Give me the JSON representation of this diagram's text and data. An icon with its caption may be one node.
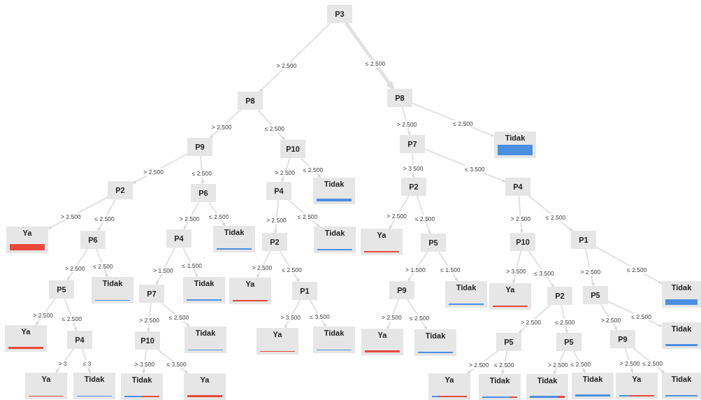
{
  "diagram": {
    "nodes": [
      {
        "text": [
          "P3"
        ]
      },
      {
        "text": [
          "P8"
        ]
      },
      {
        "text": [
          "P8"
        ]
      },
      {
        "text": [
          "P9"
        ]
      },
      {
        "text": [
          "P10"
        ]
      },
      {
        "text": [
          "P7"
        ]
      },
      {
        "text": [
          "Tidak"
        ]
      },
      {
        "text": [
          "P2"
        ]
      },
      {
        "text": [
          "P6"
        ]
      },
      {
        "text": [
          "P4"
        ]
      },
      {
        "text": [
          "Tidak"
        ]
      },
      {
        "text": [
          "P2"
        ]
      },
      {
        "text": [
          "P4"
        ]
      },
      {
        "text": [
          "Ya"
        ]
      },
      {
        "text": [
          "P6"
        ]
      },
      {
        "text": [
          "P4"
        ]
      },
      {
        "text": [
          "Tidak"
        ]
      },
      {
        "text": [
          "P2"
        ]
      },
      {
        "text": [
          "Tidak"
        ]
      },
      {
        "text": [
          "Ya"
        ]
      },
      {
        "text": [
          "P5"
        ]
      },
      {
        "text": [
          "P10"
        ]
      },
      {
        "text": [
          "P1"
        ]
      },
      {
        "text": [
          "P5"
        ]
      },
      {
        "text": [
          "Tidak"
        ]
      },
      {
        "text": [
          "P7"
        ]
      },
      {
        "text": [
          "Tidak"
        ]
      },
      {
        "text": [
          "Ya"
        ]
      },
      {
        "text": [
          "P1"
        ]
      },
      {
        "text": [
          "P9"
        ]
      },
      {
        "text": [
          "Tidak"
        ]
      },
      {
        "text": [
          "Ya"
        ]
      },
      {
        "text": [
          "P2"
        ]
      },
      {
        "text": [
          "P5"
        ]
      },
      {
        "text": [
          "Tidak"
        ]
      },
      {
        "text": [
          "Ya"
        ]
      },
      {
        "text": [
          "P4"
        ]
      },
      {
        "text": [
          "P10"
        ]
      },
      {
        "text": [
          "Tidak"
        ]
      },
      {
        "text": [
          "Ya"
        ]
      },
      {
        "text": [
          "Tidak"
        ]
      },
      {
        "text": [
          "Ya"
        ]
      },
      {
        "text": [
          "Tidak"
        ]
      },
      {
        "text": [
          "P5"
        ]
      },
      {
        "text": [
          "P5"
        ]
      },
      {
        "text": [
          "P9"
        ]
      },
      {
        "text": [
          "Tidak"
        ]
      },
      {
        "text": [
          "Ya"
        ]
      },
      {
        "text": [
          "Tidak"
        ]
      },
      {
        "text": [
          "Tidak"
        ]
      },
      {
        "text": [
          "Ya"
        ]
      },
      {
        "text": [
          "Ya"
        ]
      },
      {
        "text": [
          "Tidak"
        ]
      },
      {
        "text": [
          "Tidak"
        ]
      },
      {
        "text": [
          "Tidak"
        ]
      },
      {
        "text": [
          "Ya"
        ]
      },
      {
        "text": [
          "Tidak"
        ]
      }
    ],
    "edges": [
      {
        "from": 0,
        "to": 1,
        "arrow": "to",
        "label": "> 2.500"
      },
      {
        "from": 0,
        "to": 2,
        "arrow": "to",
        "label": "≤ 2.500",
        "style": "thick"
      },
      {
        "from": 1,
        "to": 3,
        "arrow": "to",
        "label": "> 2.500"
      },
      {
        "from": 1,
        "to": 4,
        "arrow": "to",
        "label": "≤ 2.500"
      },
      {
        "from": 2,
        "to": 5,
        "arrow": "to",
        "label": "> 2.500"
      },
      {
        "from": 2,
        "to": 6,
        "arrow": "to",
        "label": "≤ 2.500"
      },
      {
        "from": 3,
        "to": 7,
        "arrow": "to",
        "label": "> 2.500"
      },
      {
        "from": 3,
        "to": 8,
        "arrow": "to",
        "label": "≤ 2.500"
      },
      {
        "from": 4,
        "to": 9,
        "arrow": "to",
        "label": "> 2.500"
      },
      {
        "from": 4,
        "to": 10,
        "arrow": "to",
        "label": "≤ 2.500"
      },
      {
        "from": 5,
        "to": 11,
        "arrow": "to",
        "label": "> 3.500"
      },
      {
        "from": 5,
        "to": 12,
        "arrow": "to",
        "label": "≤ 3.500"
      },
      {
        "from": 7,
        "to": 13,
        "arrow": "to",
        "label": "> 2.500"
      },
      {
        "from": 7,
        "to": 14,
        "arrow": "to",
        "label": "≤ 2.500"
      },
      {
        "from": 8,
        "to": 15,
        "arrow": "to",
        "label": "> 2.500"
      },
      {
        "from": 8,
        "to": 16,
        "arrow": "to",
        "label": "≤ 2.500"
      },
      {
        "from": 9,
        "to": 17,
        "arrow": "to",
        "label": "> 2.500"
      },
      {
        "from": 9,
        "to": 18,
        "arrow": "to",
        "label": "≤ 2.500"
      },
      {
        "from": 11,
        "to": 19,
        "arrow": "to",
        "label": "> 2.500"
      },
      {
        "from": 11,
        "to": 20,
        "arrow": "to",
        "label": "≤ 2.500"
      },
      {
        "from": 12,
        "to": 21,
        "arrow": "to",
        "label": "> 2.500"
      },
      {
        "from": 12,
        "to": 22,
        "arrow": "to",
        "label": "≤ 2.500"
      },
      {
        "from": 14,
        "to": 23,
        "arrow": "to",
        "label": "> 2.500"
      },
      {
        "from": 14,
        "to": 24,
        "arrow": "to",
        "label": "≤ 2.500"
      },
      {
        "from": 15,
        "to": 25,
        "arrow": "to",
        "label": "> 1.500"
      },
      {
        "from": 15,
        "to": 26,
        "arrow": "to",
        "label": "≤ 1.500"
      },
      {
        "from": 17,
        "to": 27,
        "arrow": "to",
        "label": "> 2.500"
      },
      {
        "from": 17,
        "to": 28,
        "arrow": "to",
        "label": "≤ 2.500"
      },
      {
        "from": 20,
        "to": 29,
        "arrow": "to",
        "label": "> 1.500"
      },
      {
        "from": 20,
        "to": 30,
        "arrow": "to",
        "label": "≤ 1.500"
      },
      {
        "from": 21,
        "to": 31,
        "arrow": "to",
        "label": "> 3.500"
      },
      {
        "from": 21,
        "to": 32,
        "arrow": "to",
        "label": "≤ 3.500"
      },
      {
        "from": 22,
        "to": 33,
        "arrow": "to",
        "label": "> 2.500"
      },
      {
        "from": 22,
        "to": 34,
        "arrow": "to",
        "label": "≤ 2.500"
      },
      {
        "from": 23,
        "to": 35,
        "arrow": "to",
        "label": "> 2.500"
      },
      {
        "from": 23,
        "to": 36,
        "arrow": "to",
        "label": "≤ 2.500"
      },
      {
        "from": 25,
        "to": 37,
        "arrow": "to",
        "label": "> 2.500"
      },
      {
        "from": 25,
        "to": 38,
        "arrow": "to",
        "label": "≤ 2.500"
      },
      {
        "from": 28,
        "to": 39,
        "arrow": "to",
        "label": "> 3.500"
      },
      {
        "from": 28,
        "to": 40,
        "arrow": "to",
        "label": "≤ 3.500"
      },
      {
        "from": 29,
        "to": 41,
        "arrow": "to",
        "label": "> 2.500"
      },
      {
        "from": 29,
        "to": 42,
        "arrow": "to",
        "label": "≤ 2.500"
      },
      {
        "from": 32,
        "to": 43,
        "arrow": "to",
        "label": "> 2.500"
      },
      {
        "from": 32,
        "to": 44,
        "arrow": "to",
        "label": "≤ 2.500"
      },
      {
        "from": 33,
        "to": 45,
        "arrow": "to",
        "label": "> 2.500"
      },
      {
        "from": 33,
        "to": 46,
        "arrow": "to",
        "label": "≤ 2.500"
      },
      {
        "from": 36,
        "to": 47,
        "arrow": "to",
        "label": "> 3"
      },
      {
        "from": 36,
        "to": 48,
        "arrow": "to",
        "label": "≤ 3"
      },
      {
        "from": 37,
        "to": 49,
        "arrow": "to",
        "label": "> 3.500"
      },
      {
        "from": 37,
        "to": 50,
        "arrow": "to",
        "label": "≤ 3.500"
      },
      {
        "from": 43,
        "to": 51,
        "arrow": "to",
        "label": "> 2.500"
      },
      {
        "from": 43,
        "to": 52,
        "arrow": "to",
        "label": "≤ 2.500"
      },
      {
        "from": 44,
        "to": 53,
        "arrow": "to",
        "label": "> 2.500"
      },
      {
        "from": 44,
        "to": 54,
        "arrow": "to",
        "label": "≤ 2.500"
      },
      {
        "from": 45,
        "to": 55,
        "arrow": "to",
        "label": "> 2.500"
      },
      {
        "from": 45,
        "to": 56,
        "arrow": "to",
        "label": "≤ 2.500"
      }
    ]
  }
}
